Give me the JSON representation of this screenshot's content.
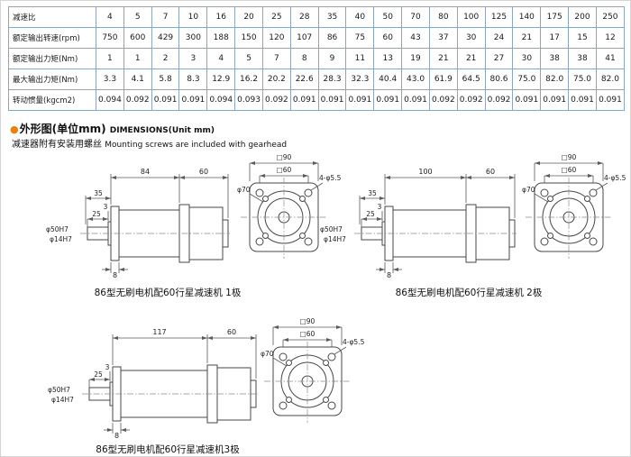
{
  "colors": {
    "accent_bullet": "#e8820c",
    "table_border": "#8fa6ba",
    "drawing_line": "#474747"
  },
  "spec_table": {
    "rows": [
      {
        "label": "减速比",
        "values": [
          "4",
          "5",
          "7",
          "10",
          "16",
          "20",
          "25",
          "28",
          "35",
          "40",
          "50",
          "70",
          "80",
          "100",
          "125",
          "140",
          "175",
          "200",
          "250"
        ]
      },
      {
        "label": "额定输出转速(rpm)",
        "values": [
          "750",
          "600",
          "429",
          "300",
          "188",
          "150",
          "120",
          "107",
          "86",
          "75",
          "60",
          "43",
          "37",
          "30",
          "24",
          "21",
          "17",
          "15",
          "12"
        ]
      },
      {
        "label": "额定输出力矩(Nm)",
        "values": [
          "1",
          "1",
          "2",
          "3",
          "4",
          "5",
          "7",
          "8",
          "9",
          "11",
          "13",
          "19",
          "21",
          "21",
          "27",
          "30",
          "38",
          "38",
          "41"
        ]
      },
      {
        "label": "最大输出力矩(Nm)",
        "values": [
          "3.3",
          "4.1",
          "5.8",
          "8.3",
          "12.9",
          "16.2",
          "20.2",
          "22.6",
          "28.3",
          "32.3",
          "40.4",
          "43.0",
          "61.9",
          "64.5",
          "80.6",
          "75.0",
          "82.0",
          "75.0",
          "82.0"
        ]
      },
      {
        "label": "转动惯量(kgcm2)",
        "values": [
          "0.094",
          "0.092",
          "0.091",
          "0.091",
          "0.094",
          "0.093",
          "0.092",
          "0.091",
          "0.091",
          "0.091",
          "0.091",
          "0.091",
          "0.092",
          "0.092",
          "0.092",
          "0.091",
          "0.091",
          "0.091",
          "0.091"
        ]
      }
    ]
  },
  "dimensions_section": {
    "bullet": "●",
    "title_cn": "外形图(单位mm)",
    "title_en": "DIMENSIONS(Unit mm)",
    "note_cn": "减速器附有安装用螺丝",
    "note_en": "Mounting screws are included with gearhead"
  },
  "drawings": [
    {
      "caption": "86型无刷电机配60行星减速机 1极",
      "side": {
        "gearbox_len": "84",
        "motor_len": "60",
        "dim_a": "35",
        "dim_b": "3",
        "dim_c": "25",
        "pilot_dia": "φ50H7",
        "shaft_dia": "φ14H7",
        "key_dim": "8"
      },
      "flange": {
        "outer_square": "□90",
        "bolt_square": "□60",
        "pilot_circle": "φ70",
        "mount_holes": "4-φ5.5"
      }
    },
    {
      "caption": "86型无刷电机配60行星减速机 2极",
      "side": {
        "gearbox_len": "100",
        "motor_len": "60",
        "dim_a": "35",
        "dim_b": "3",
        "dim_c": "25",
        "pilot_dia": "φ50H7",
        "shaft_dia": "φ14H7",
        "key_dim": "8"
      },
      "flange": {
        "outer_square": "□90",
        "bolt_square": "□60",
        "pilot_circle": "φ70",
        "mount_holes": "4-φ5.5"
      }
    },
    {
      "caption": "86型无刷电机配60行星减速机3极",
      "side": {
        "gearbox_len": "117",
        "motor_len": "60",
        "dim_b": "3",
        "dim_c": "25",
        "pilot_dia": "φ50H7",
        "shaft_dia": "φ14H7",
        "key_dim": "8"
      },
      "flange": {
        "outer_square": "□90",
        "bolt_square": "□60",
        "pilot_circle": "φ70",
        "mount_holes": "4-φ5.5"
      }
    }
  ]
}
